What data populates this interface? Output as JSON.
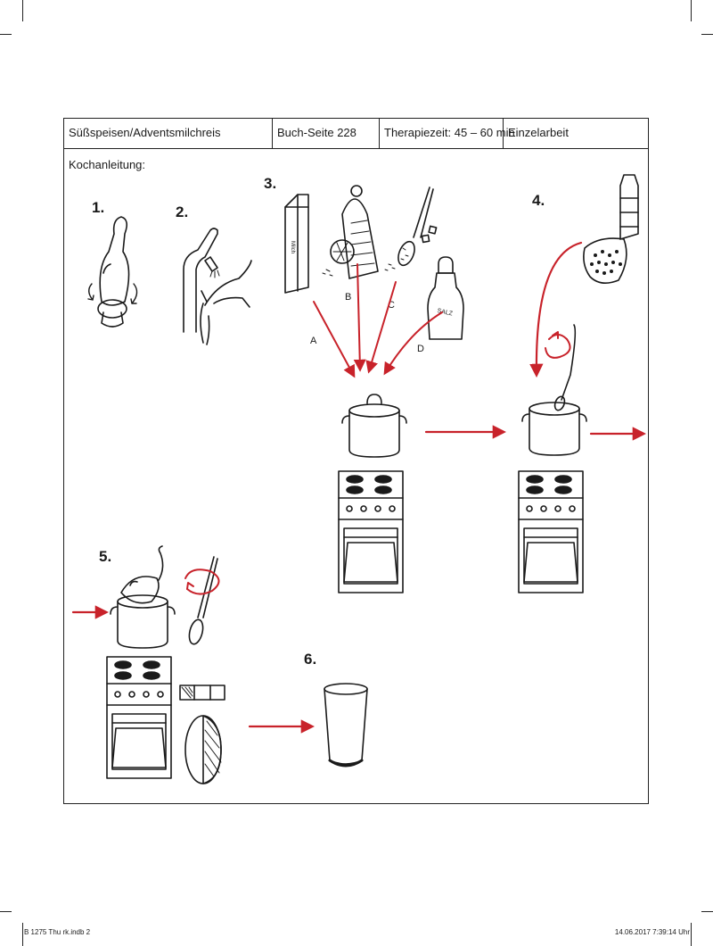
{
  "header": {
    "topic": "Süßspeisen/Adventsmilchreis",
    "page_ref": "Buch-Seite 228",
    "therapy_time": "Therapiezeit: 45 – 60 min",
    "work_mode": "Einzelarbeit"
  },
  "subtitle": "Kochanleitung:",
  "steps": [
    "1.",
    "2.",
    "3.",
    "4.",
    "5.",
    "6."
  ],
  "ingredient_labels": {
    "a": "A",
    "b": "B",
    "c": "C",
    "d": "D"
  },
  "bottle_labels": {
    "milk": "Milch",
    "salt": "SALZ"
  },
  "colors": {
    "accent": "#c8222a",
    "ink": "#1a1a1a"
  },
  "footer": {
    "file": "B 1275 Thu rk.indb  2",
    "timestamp": "14.06.2017   7:39:14 Uhr"
  }
}
